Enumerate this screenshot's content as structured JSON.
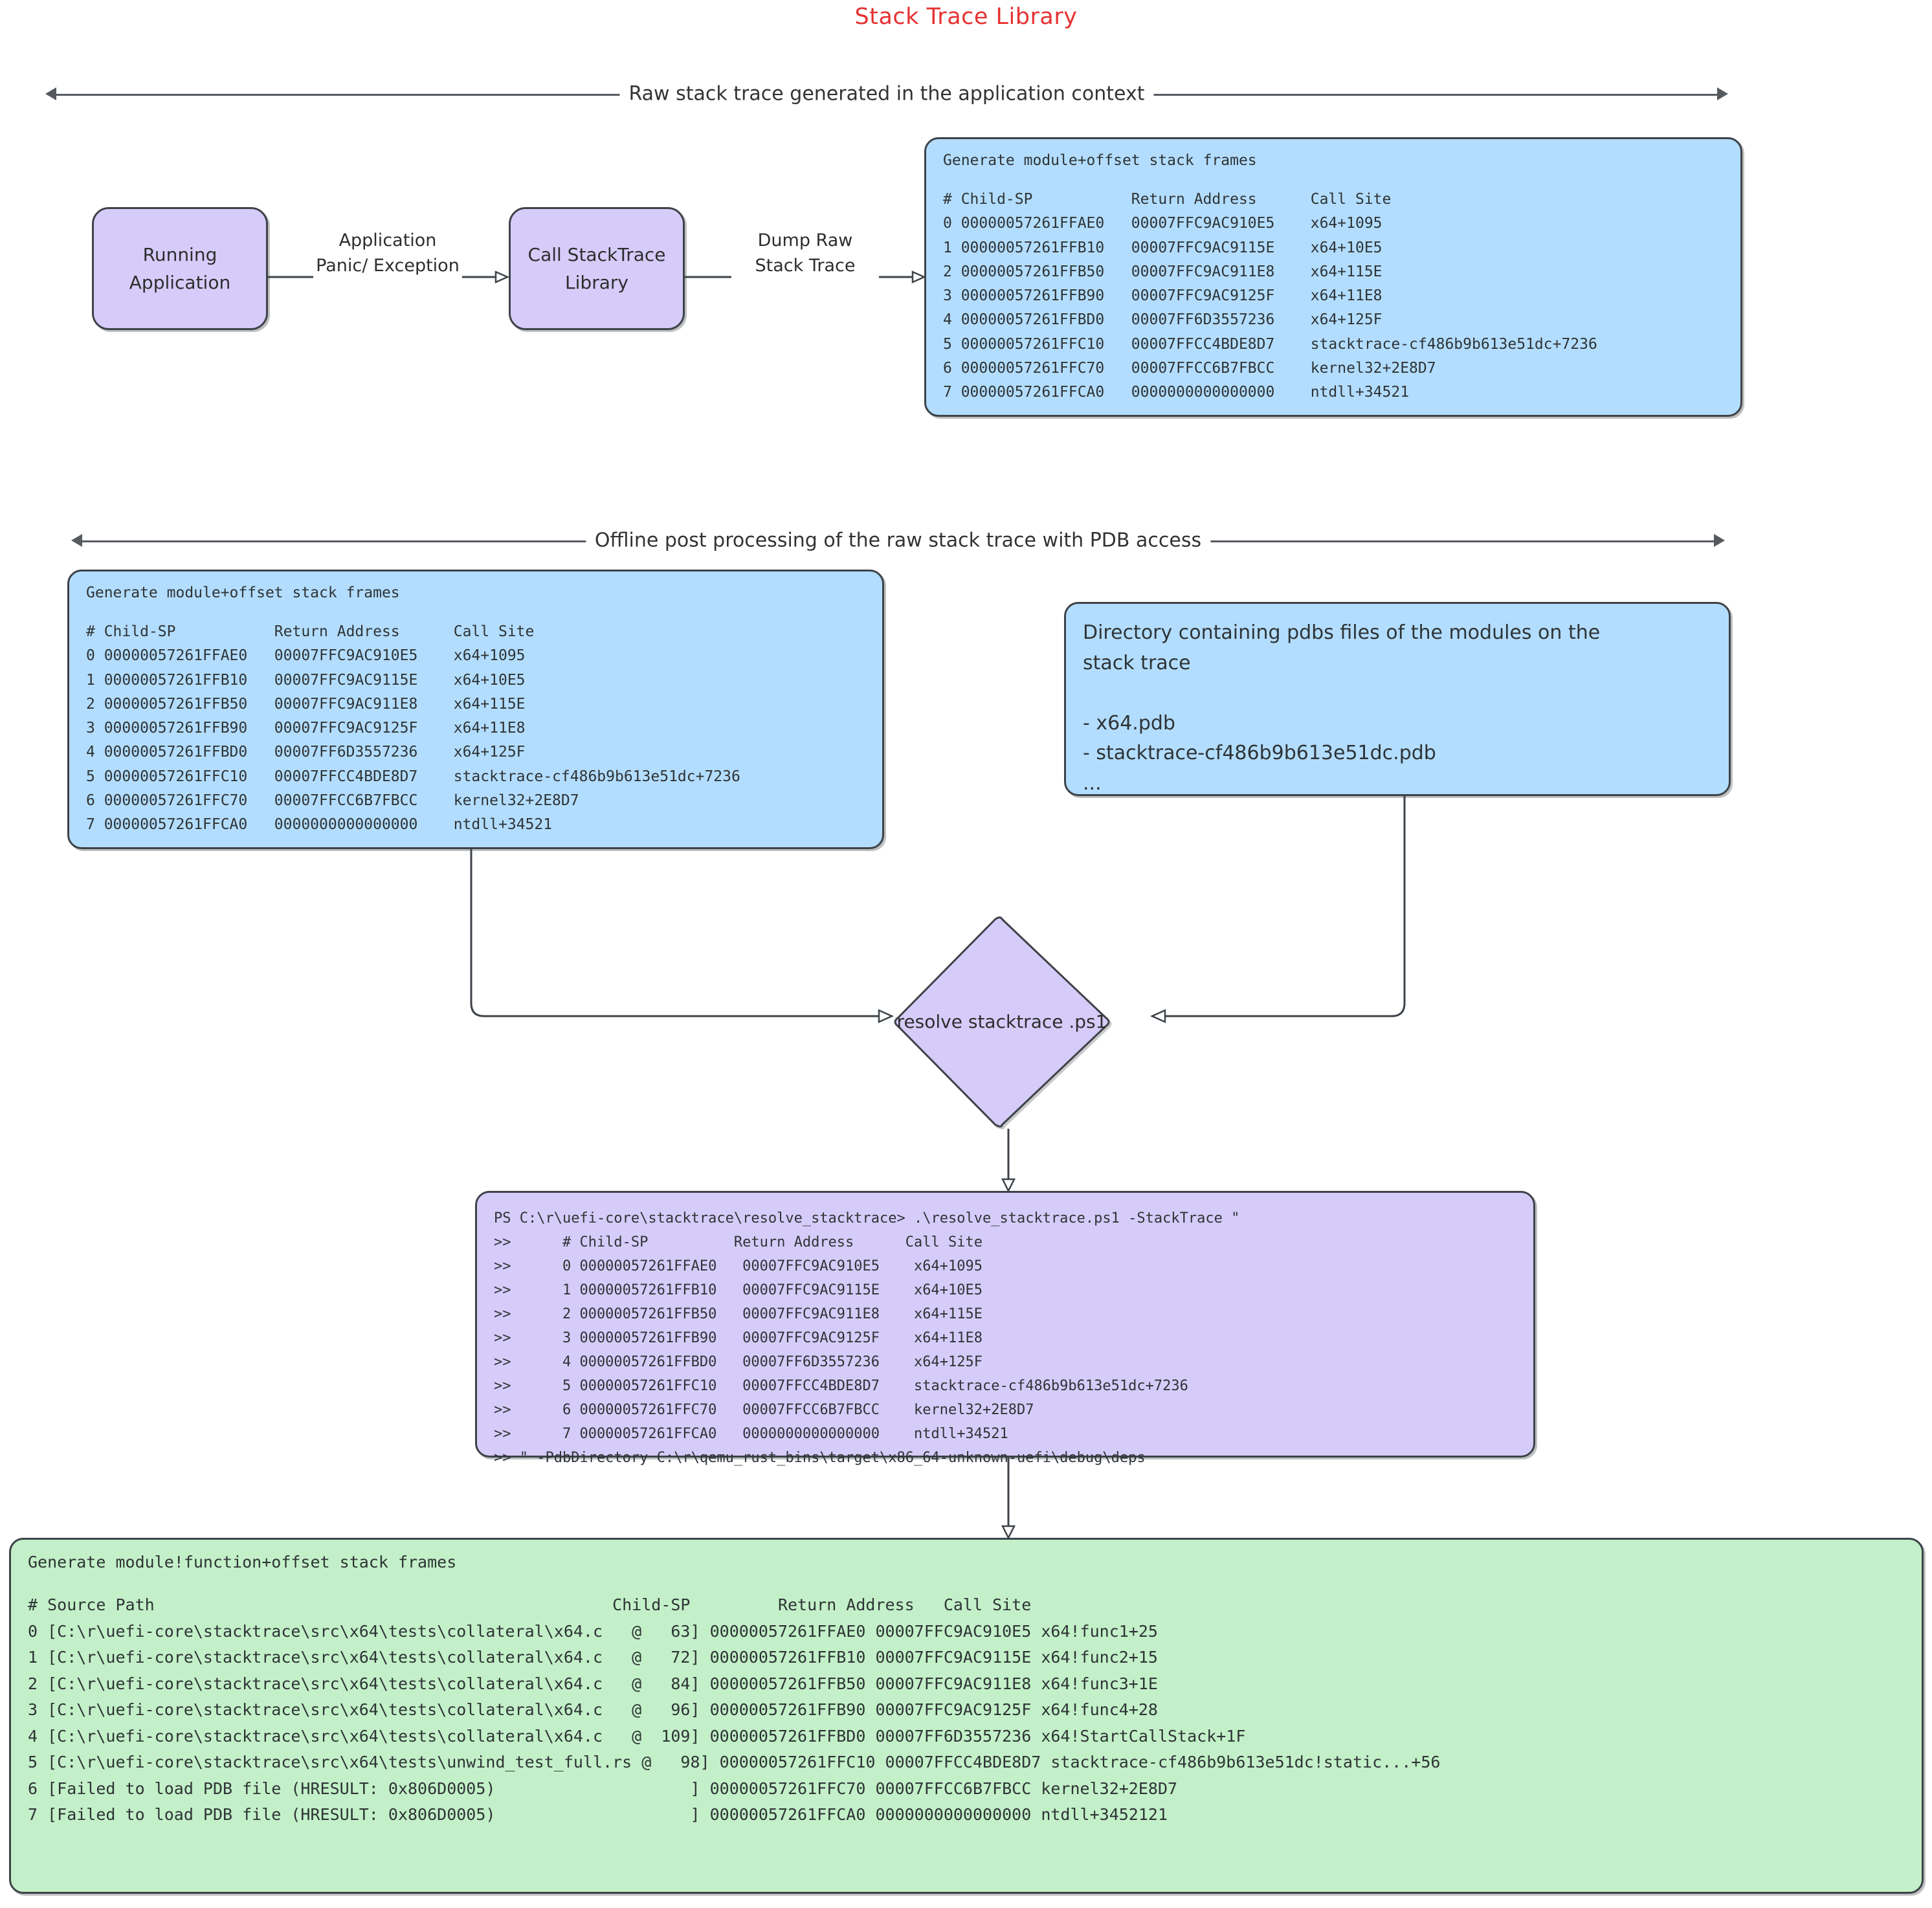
{
  "title": "Stack Trace Library",
  "sections": {
    "top_label": "Raw stack trace generated in the application context",
    "bottom_label": "Offline post processing of the raw stack trace with PDB access"
  },
  "nodes": {
    "running_application": "Running\nApplication",
    "call_stacktrace_library": "Call\nStackTrace\nLibrary",
    "resolve_script": "resolve\nstacktrace\n.ps1"
  },
  "edge_labels": {
    "app_to_lib": "Application\nPanic/\nException",
    "lib_to_dump": "Dump\nRaw Stack\nTrace"
  },
  "raw_trace_box": {
    "heading": "Generate module+offset stack frames",
    "body": "# Child-SP           Return Address      Call Site\n0 00000057261FFAE0   00007FFC9AC910E5    x64+1095\n1 00000057261FFB10   00007FFC9AC9115E    x64+10E5\n2 00000057261FFB50   00007FFC9AC911E8    x64+115E\n3 00000057261FFB90   00007FFC9AC9125F    x64+11E8\n4 00000057261FFBD0   00007FF6D3557236    x64+125F\n5 00000057261FFC10   00007FFCC4BDE8D7    stacktrace-cf486b9b613e51dc+7236\n6 00000057261FFC70   00007FFCC6B7FBCC    kernel32+2E8D7\n7 00000057261FFCA0   0000000000000000    ntdll+34521"
  },
  "raw_trace_box_2": {
    "heading": "Generate module+offset stack frames",
    "body": "# Child-SP           Return Address      Call Site\n0 00000057261FFAE0   00007FFC9AC910E5    x64+1095\n1 00000057261FFB10   00007FFC9AC9115E    x64+10E5\n2 00000057261FFB50   00007FFC9AC911E8    x64+115E\n3 00000057261FFB90   00007FFC9AC9125F    x64+11E8\n4 00000057261FFBD0   00007FF6D3557236    x64+125F\n5 00000057261FFC10   00007FFCC4BDE8D7    stacktrace-cf486b9b613e51dc+7236\n6 00000057261FFC70   00007FFCC6B7FBCC    kernel32+2E8D7\n7 00000057261FFCA0   0000000000000000    ntdll+34521"
  },
  "pdb_dir_box": {
    "text": "Directory containing pdbs files of the modules on the\nstack trace\n\n- x64.pdb\n- stacktrace-cf486b9b613e51dc.pdb\n..."
  },
  "powershell_box": {
    "body": "PS C:\\r\\uefi-core\\stacktrace\\resolve_stacktrace> .\\resolve_stacktrace.ps1 -StackTrace \"\n>>      # Child-SP          Return Address      Call Site\n>>      0 00000057261FFAE0   00007FFC9AC910E5    x64+1095\n>>      1 00000057261FFB10   00007FFC9AC9115E    x64+10E5\n>>      2 00000057261FFB50   00007FFC9AC911E8    x64+115E\n>>      3 00000057261FFB90   00007FFC9AC9125F    x64+11E8\n>>      4 00000057261FFBD0   00007FF6D3557236    x64+125F\n>>      5 00000057261FFC10   00007FFCC4BDE8D7    stacktrace-cf486b9b613e51dc+7236\n>>      6 00000057261FFC70   00007FFCC6B7FBCC    kernel32+2E8D7\n>>      7 00000057261FFCA0   0000000000000000    ntdll+34521\n>> \" -PdbDirectory C:\\r\\qemu_rust_bins\\target\\x86_64-unknown-uefi\\debug\\deps"
  },
  "resolved_box": {
    "heading": "Generate module!function+offset stack frames",
    "body": "# Source Path                                               Child-SP         Return Address   Call Site\n0 [C:\\r\\uefi-core\\stacktrace\\src\\x64\\tests\\collateral\\x64.c   @   63] 00000057261FFAE0 00007FFC9AC910E5 x64!func1+25\n1 [C:\\r\\uefi-core\\stacktrace\\src\\x64\\tests\\collateral\\x64.c   @   72] 00000057261FFB10 00007FFC9AC9115E x64!func2+15\n2 [C:\\r\\uefi-core\\stacktrace\\src\\x64\\tests\\collateral\\x64.c   @   84] 00000057261FFB50 00007FFC9AC911E8 x64!func3+1E\n3 [C:\\r\\uefi-core\\stacktrace\\src\\x64\\tests\\collateral\\x64.c   @   96] 00000057261FFB90 00007FFC9AC9125F x64!func4+28\n4 [C:\\r\\uefi-core\\stacktrace\\src\\x64\\tests\\collateral\\x64.c   @  109] 00000057261FFBD0 00007FF6D3557236 x64!StartCallStack+1F\n5 [C:\\r\\uefi-core\\stacktrace\\src\\x64\\tests\\unwind_test_full.rs @   98] 00000057261FFC10 00007FFCC4BDE8D7 stacktrace-cf486b9b613e51dc!static...+56\n6 [Failed to load PDB file (HRESULT: 0x806D0005)                    ] 00000057261FFC70 00007FFCC6B7FBCC kernel32+2E8D7\n7 [Failed to load PDB file (HRESULT: 0x806D0005)                    ] 00000057261FFCA0 0000000000000000 ntdll+3452121"
  },
  "colors": {
    "title": "#e63232",
    "blue_fill": "#b3ddff",
    "lilac_fill": "#d6ccfa",
    "green_fill": "#c3f0c8",
    "stroke": "#3d4348"
  }
}
